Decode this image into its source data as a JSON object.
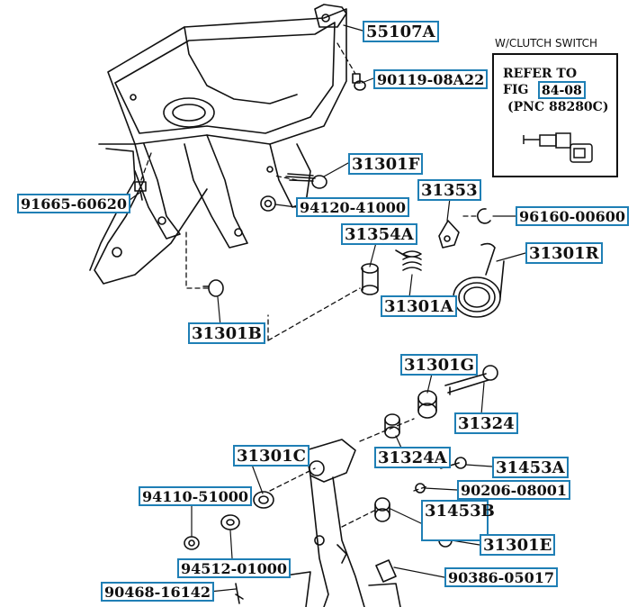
{
  "labels": {
    "p55107a": "55107A",
    "p90119": "90119-08A22",
    "p31301f": "31301F",
    "p91665": "91665-60620",
    "p94120": "94120-41000",
    "p31353": "31353",
    "p96160": "96160-00600",
    "p31354a": "31354A",
    "p31301r": "31301R",
    "p31301a": "31301A",
    "p31301b": "31301B",
    "p31301g": "31301G",
    "p31324": "31324",
    "p31301c": "31301C",
    "p31324a": "31324A",
    "p31453a": "31453A",
    "p90206": "90206-08001",
    "p94110": "94110-51000",
    "p31453b": "31453B",
    "p31301e": "31301E",
    "p94512": "94512-01000",
    "p90386": "90386-05017",
    "p90468": "90468-16142"
  },
  "inset": {
    "title": "W/CLUTCH SWITCH",
    "line1": "REFER TO",
    "line2_prefix": "FIG",
    "ref": "84-08",
    "line3": "(PNC 88280C)"
  }
}
